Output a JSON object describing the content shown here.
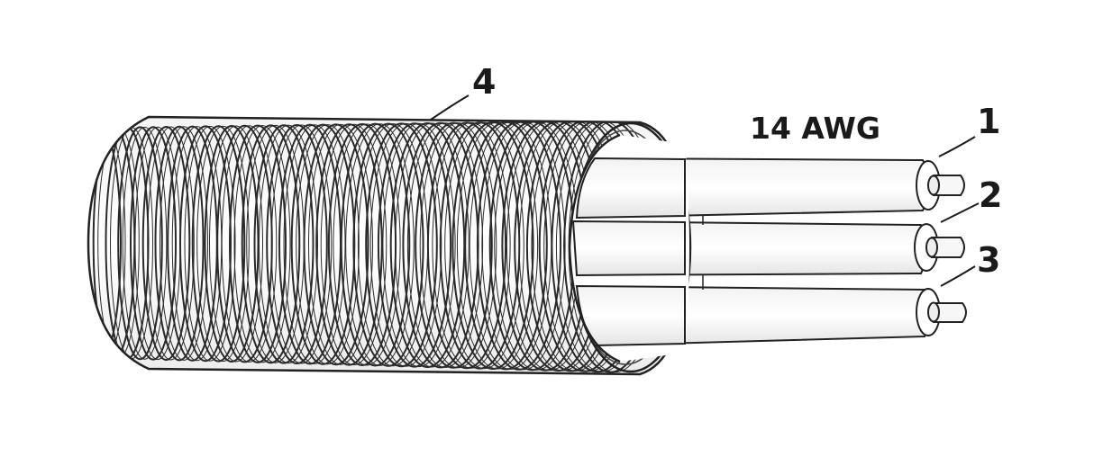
{
  "labels": {
    "gauge": "14 AWG",
    "conductor_1": "1",
    "conductor_2": "2",
    "conductor_3": "3",
    "jacket": "4"
  },
  "colors": {
    "ink": "#1a1a1a",
    "insulation": "#ffffff",
    "shadow": "#d9d9d9"
  }
}
